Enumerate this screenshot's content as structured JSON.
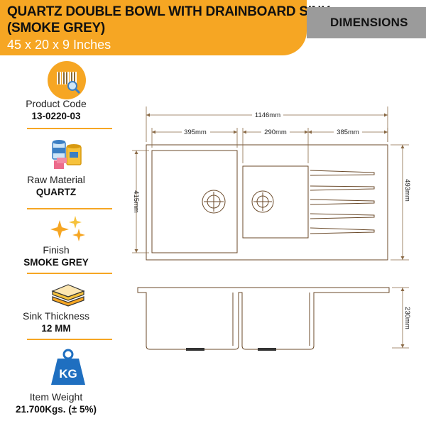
{
  "header": {
    "title_line1": "QUARTZ DOUBLE BOWL WITH DRAINBOARD SINK",
    "title_line2": "(SMOKE GREY)",
    "size": "45 x 20 x 9 Inches"
  },
  "dimensions_tab": "DIMENSIONS",
  "specs": [
    {
      "label": "Product Code",
      "value": "13-0220-03",
      "icon": "barcode-icon"
    },
    {
      "label": "Raw Material",
      "value": "QUARTZ",
      "icon": "paint-cans-icon"
    },
    {
      "label": "Finish",
      "value": "SMOKE GREY",
      "icon": "sparkles-icon"
    },
    {
      "label": "Sink Thickness",
      "value": "12 MM",
      "icon": "layers-icon"
    },
    {
      "label": "Item Weight",
      "value": "21.700Kgs. (± 5%)",
      "icon": "weight-icon",
      "icon_text": "KG"
    }
  ],
  "drawing": {
    "overall_width": "1146mm",
    "bowl1_width": "395mm",
    "bowl2_width": "290mm",
    "drainboard_width": "385mm",
    "bowl_depth": "415mm",
    "overall_depth": "493mm",
    "height": "230mm"
  },
  "colors": {
    "accent": "#f6a623",
    "tab": "#9b9b9b",
    "icon_blue": "#1f6fc0"
  }
}
